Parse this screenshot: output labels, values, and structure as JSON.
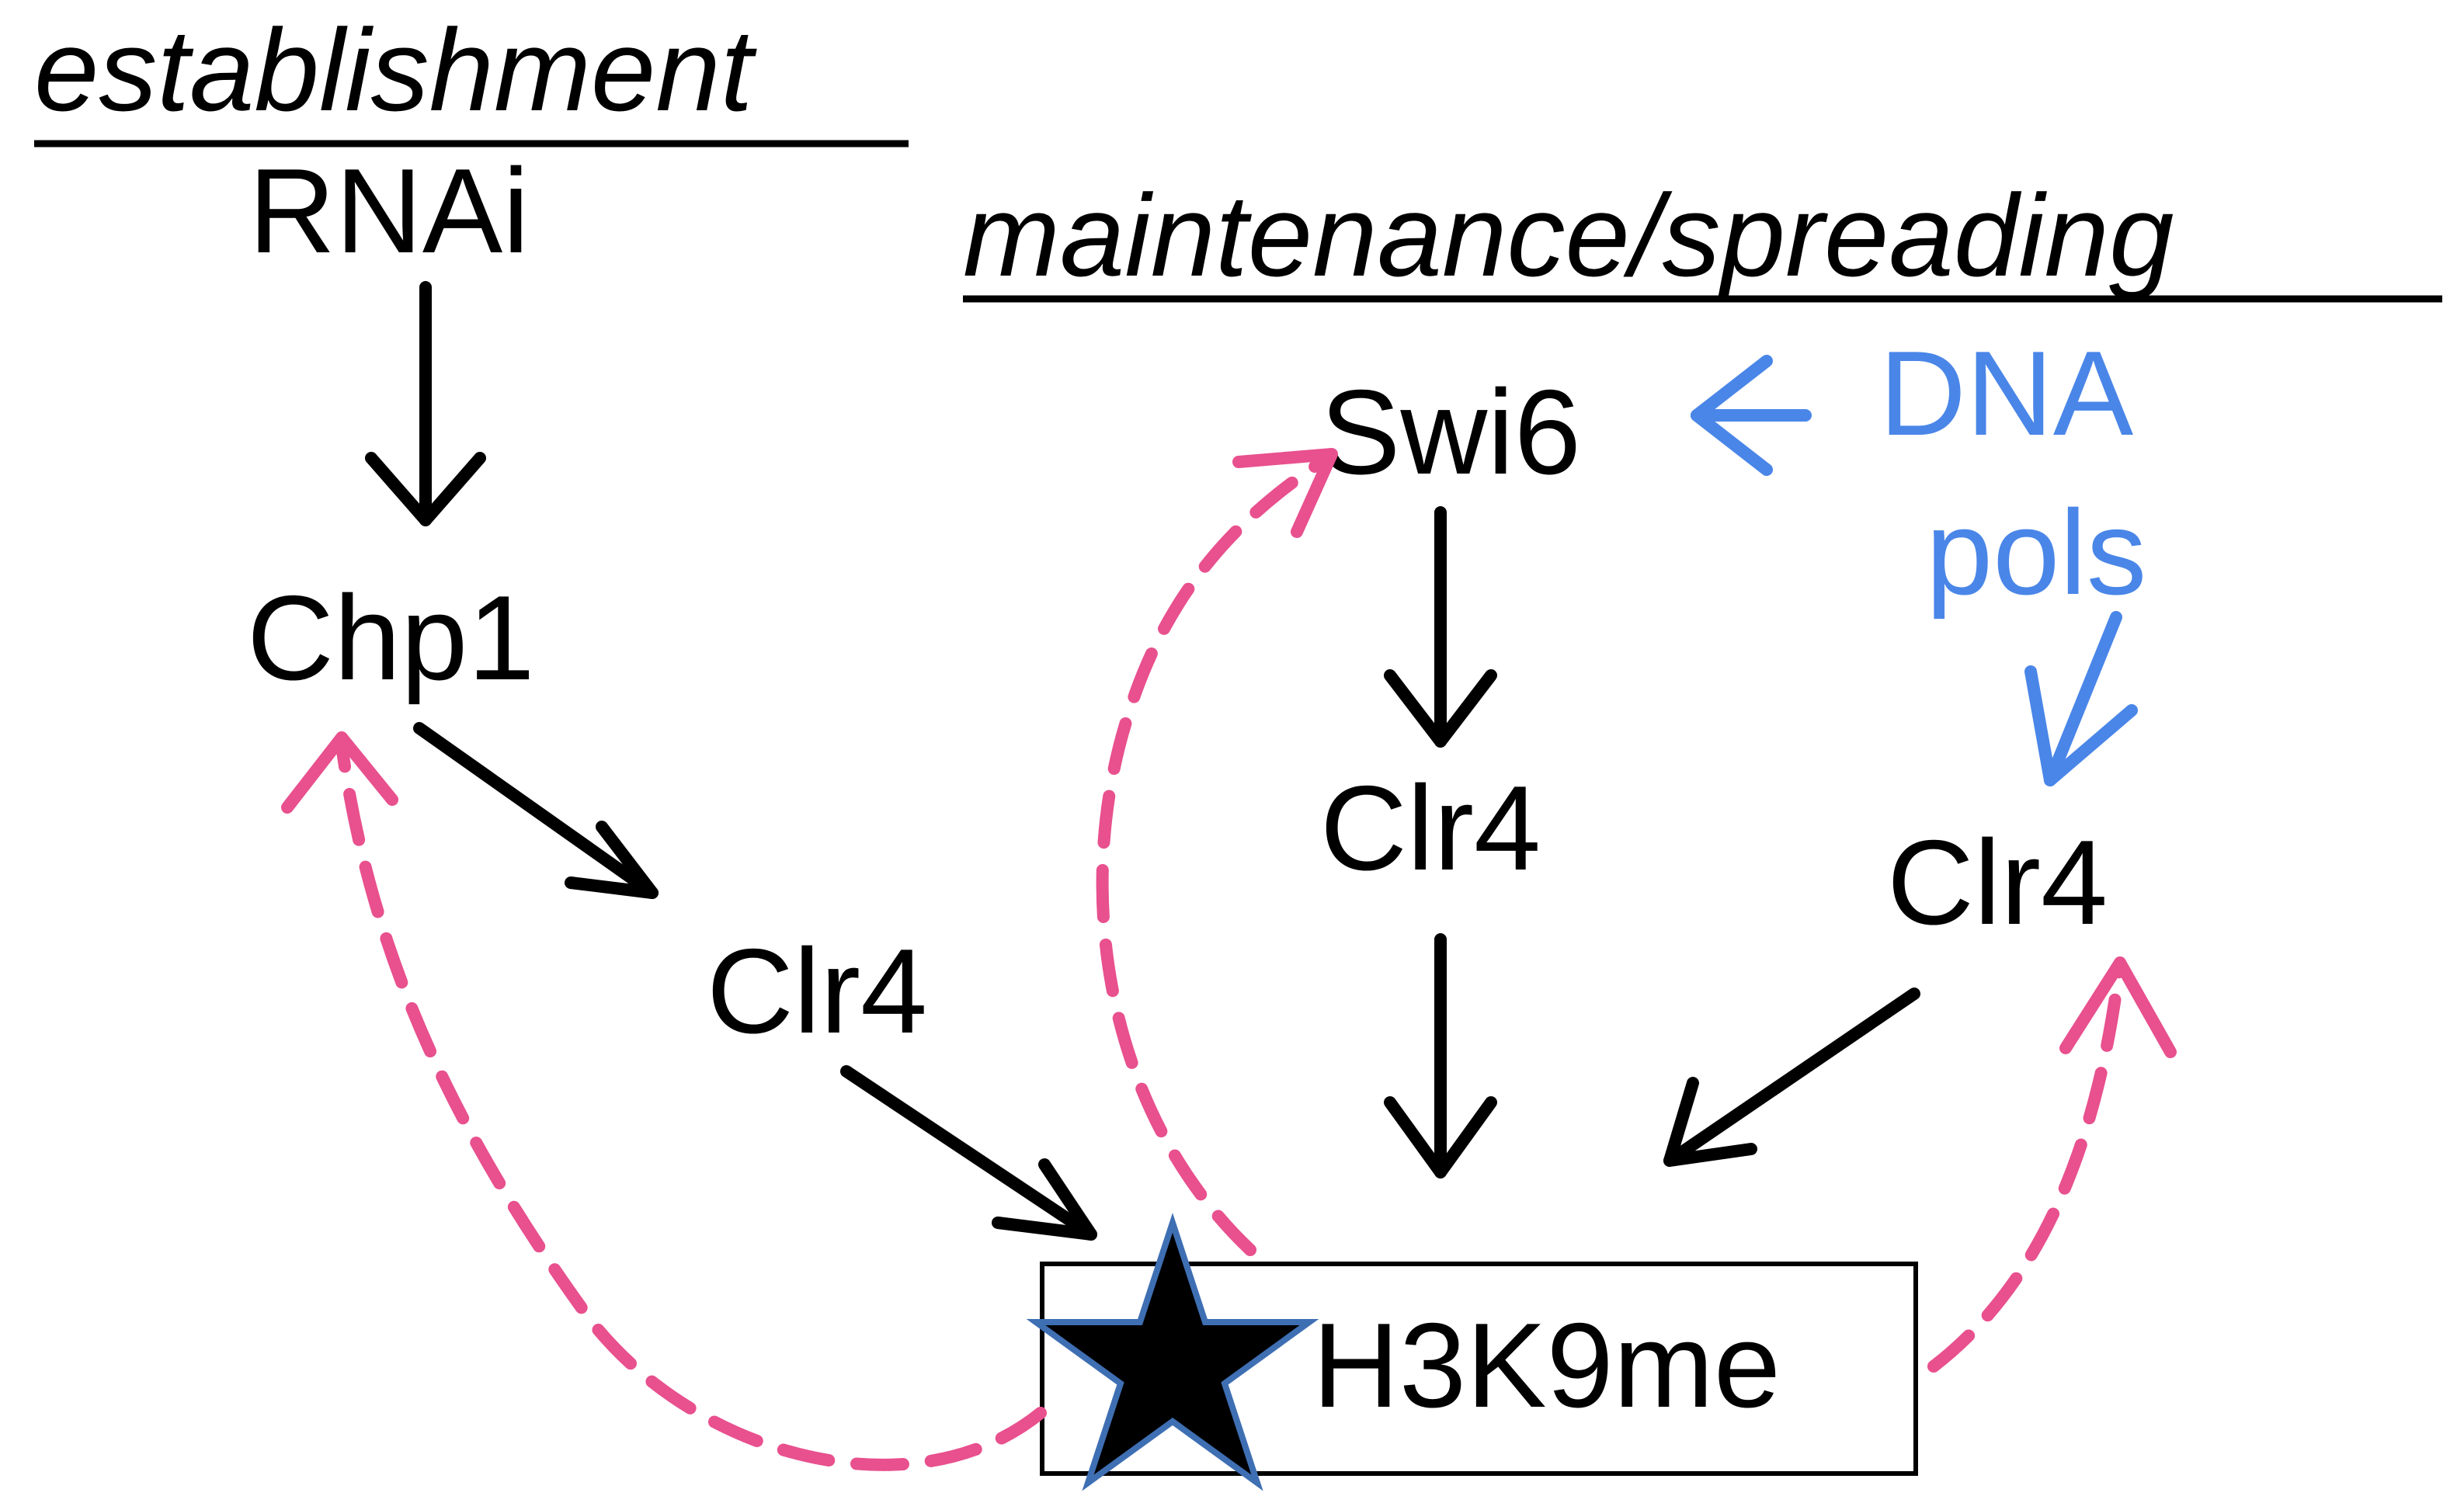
{
  "headings": {
    "establishment": "establishment",
    "maintenance": "maintenance/spreading"
  },
  "nodes": {
    "rnai": "RNAi",
    "chp1": "Chp1",
    "clr4_left": "Clr4",
    "swi6": "Swi6",
    "clr4_middle": "Clr4",
    "clr4_right": "Clr4",
    "dna": "DNA",
    "pols": "pols",
    "h3k9me": "H3K9me"
  },
  "colors": {
    "black_arrow": "#000000",
    "feedback_arrow": "#e8508e",
    "dna_pols": "#4a86e8",
    "star_outline": "#3f6fb3"
  },
  "icons": {
    "h3k9me_marker": "star-icon"
  }
}
